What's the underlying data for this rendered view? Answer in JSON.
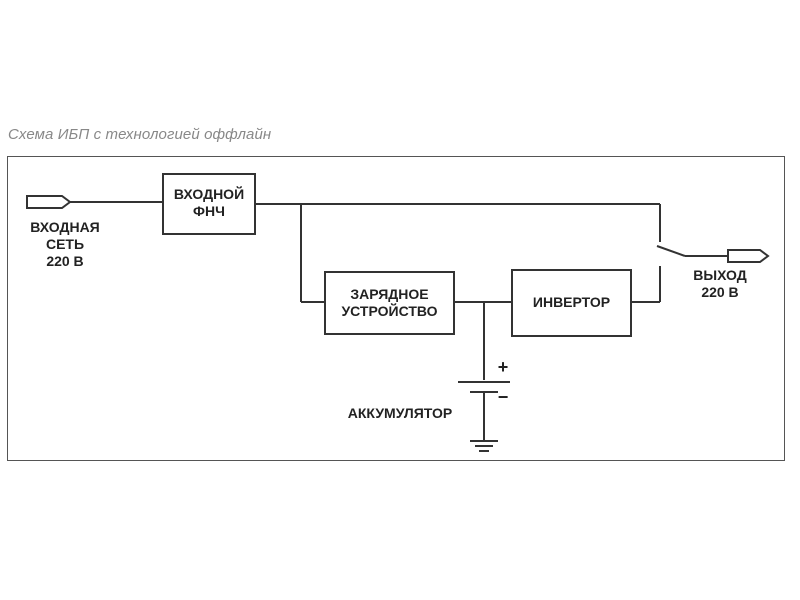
{
  "caption": "Схема ИБП с технологией оффлайн",
  "diagram": {
    "input_label": "ВХОДНАЯ\nСЕТЬ\n220 В",
    "filter_label": "ВХОДНОЙ\nФНЧ",
    "charger_label": "ЗАРЯДНОЕ\nУСТРОЙСТВО",
    "inverter_label": "ИНВЕРТОР",
    "output_label": "ВЫХОД\n220 В",
    "battery_label": "АККУМУЛЯТОР",
    "plus_sign": "+",
    "minus_sign": "−"
  },
  "colors": {
    "line": "#333333",
    "caption": "#888888",
    "frame": "#555555"
  }
}
